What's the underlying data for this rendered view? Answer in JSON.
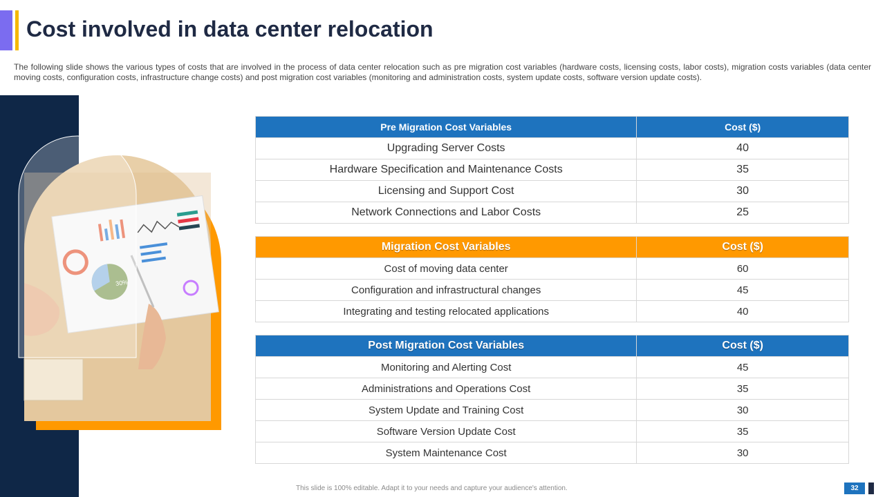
{
  "slide": {
    "title": "Cost involved in data center relocation",
    "description": "The following slide shows the various types of costs that are involved in the process of data center relocation such as pre migration cost variables (hardware costs, licensing costs, labor costs), migration costs variables (data center moving costs, configuration costs, infrastructure change costs) and post migration cost variables (monitoring and administration costs, system update costs, software version update costs).",
    "footer": "This slide is 100% editable. Adapt it to your needs and capture your audience's attention.",
    "page_number": "32"
  },
  "illustration": {
    "label": "30%"
  },
  "tables": {
    "pre": {
      "headers": [
        "Pre Migration Cost Variables",
        "Cost ($)"
      ],
      "rows": [
        [
          "Upgrading Server Costs",
          "40"
        ],
        [
          "Hardware Specification and Maintenance Costs",
          "35"
        ],
        [
          "Licensing and Support Cost",
          "30"
        ],
        [
          "Network Connections and Labor Costs",
          "25"
        ]
      ]
    },
    "migration": {
      "headers": [
        "Migration Cost Variables",
        "Cost ($)"
      ],
      "rows": [
        [
          "Cost of moving data center",
          "60"
        ],
        [
          "Configuration and infrastructural changes",
          "45"
        ],
        [
          "Integrating and testing relocated applications",
          "40"
        ]
      ]
    },
    "post": {
      "headers": [
        "Post Migration Cost Variables",
        "Cost ($)"
      ],
      "rows": [
        [
          "Monitoring and Alerting Cost",
          "45"
        ],
        [
          "Administrations and Operations Cost",
          "35"
        ],
        [
          "System Update and Training Cost",
          "30"
        ],
        [
          "Software Version Update Cost",
          "35"
        ],
        [
          "System Maintenance Cost",
          "30"
        ]
      ]
    }
  },
  "colors": {
    "blue": "#1e73be",
    "orange": "#ff9900",
    "navy": "#0f2747",
    "purple": "#7b6cf0",
    "yellow": "#f5b800"
  }
}
